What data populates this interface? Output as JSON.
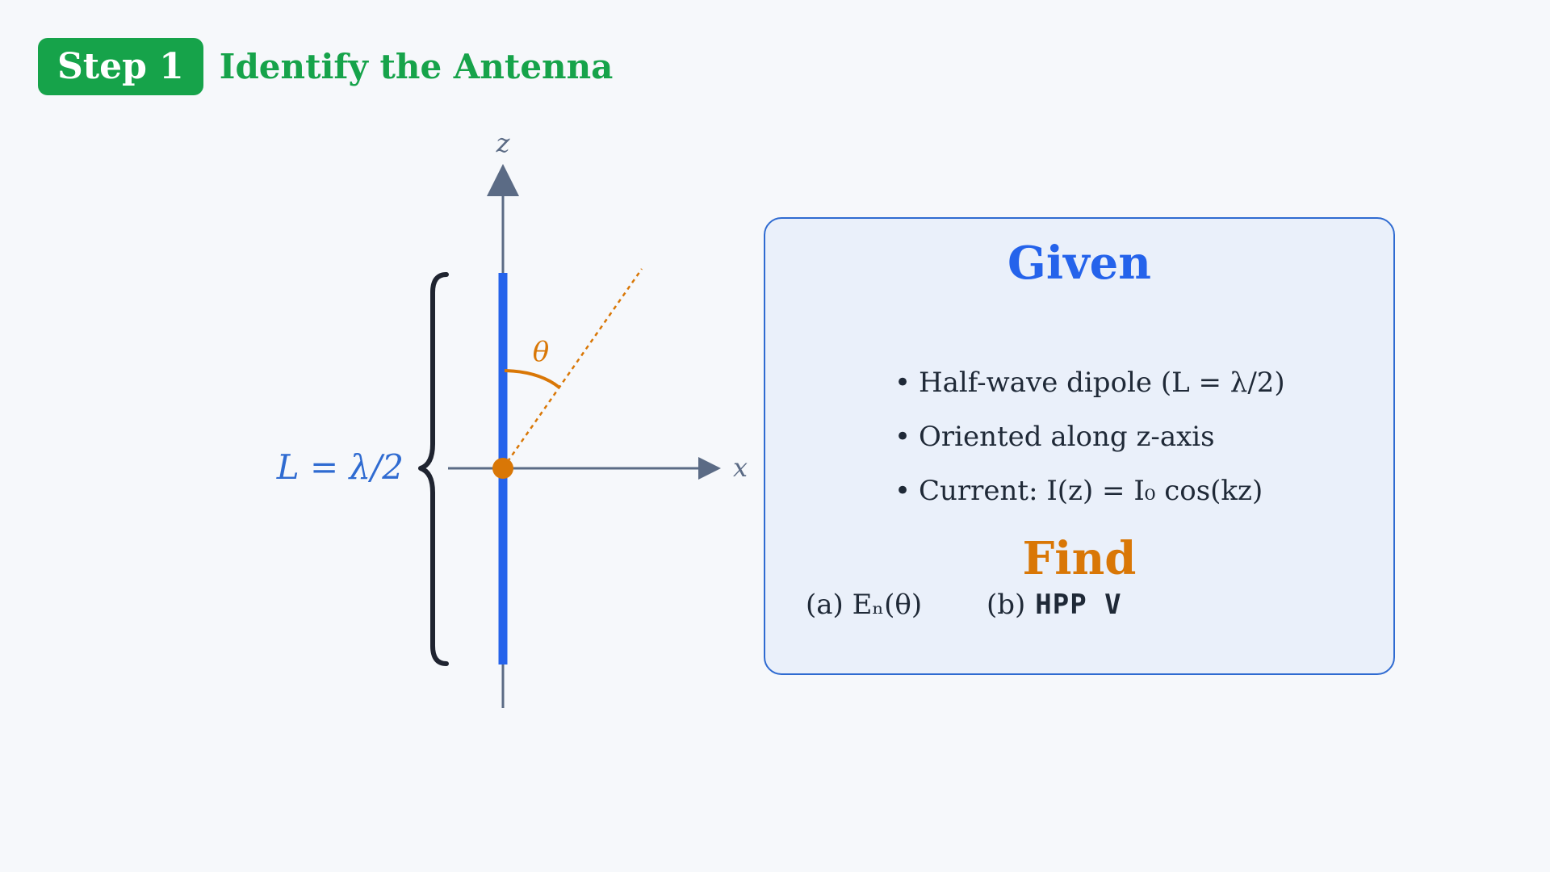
{
  "header": {
    "step_label": "Step 1",
    "title": "Identify the Antenna"
  },
  "diagram": {
    "z_axis_label": "z",
    "x_axis_label": "x",
    "angle_label": "θ",
    "length_label": "L = λ/2",
    "colors": {
      "dipole": "#2563eb",
      "axis": "#5b6b85",
      "angle": "#d97706",
      "brace": "#1f2430",
      "length_label": "#2f6bd1"
    }
  },
  "given": {
    "title": "Given",
    "items": [
      "Half-wave dipole (L = λ/2)",
      "Oriented along z-axis",
      "Current: I(z) = I₀ cos(kz)"
    ],
    "bullet": "•"
  },
  "find": {
    "title": "Find",
    "item_a": "(a) Eₙ(θ)",
    "item_b_prefix": "(b)",
    "item_b_text": "HPP V"
  }
}
